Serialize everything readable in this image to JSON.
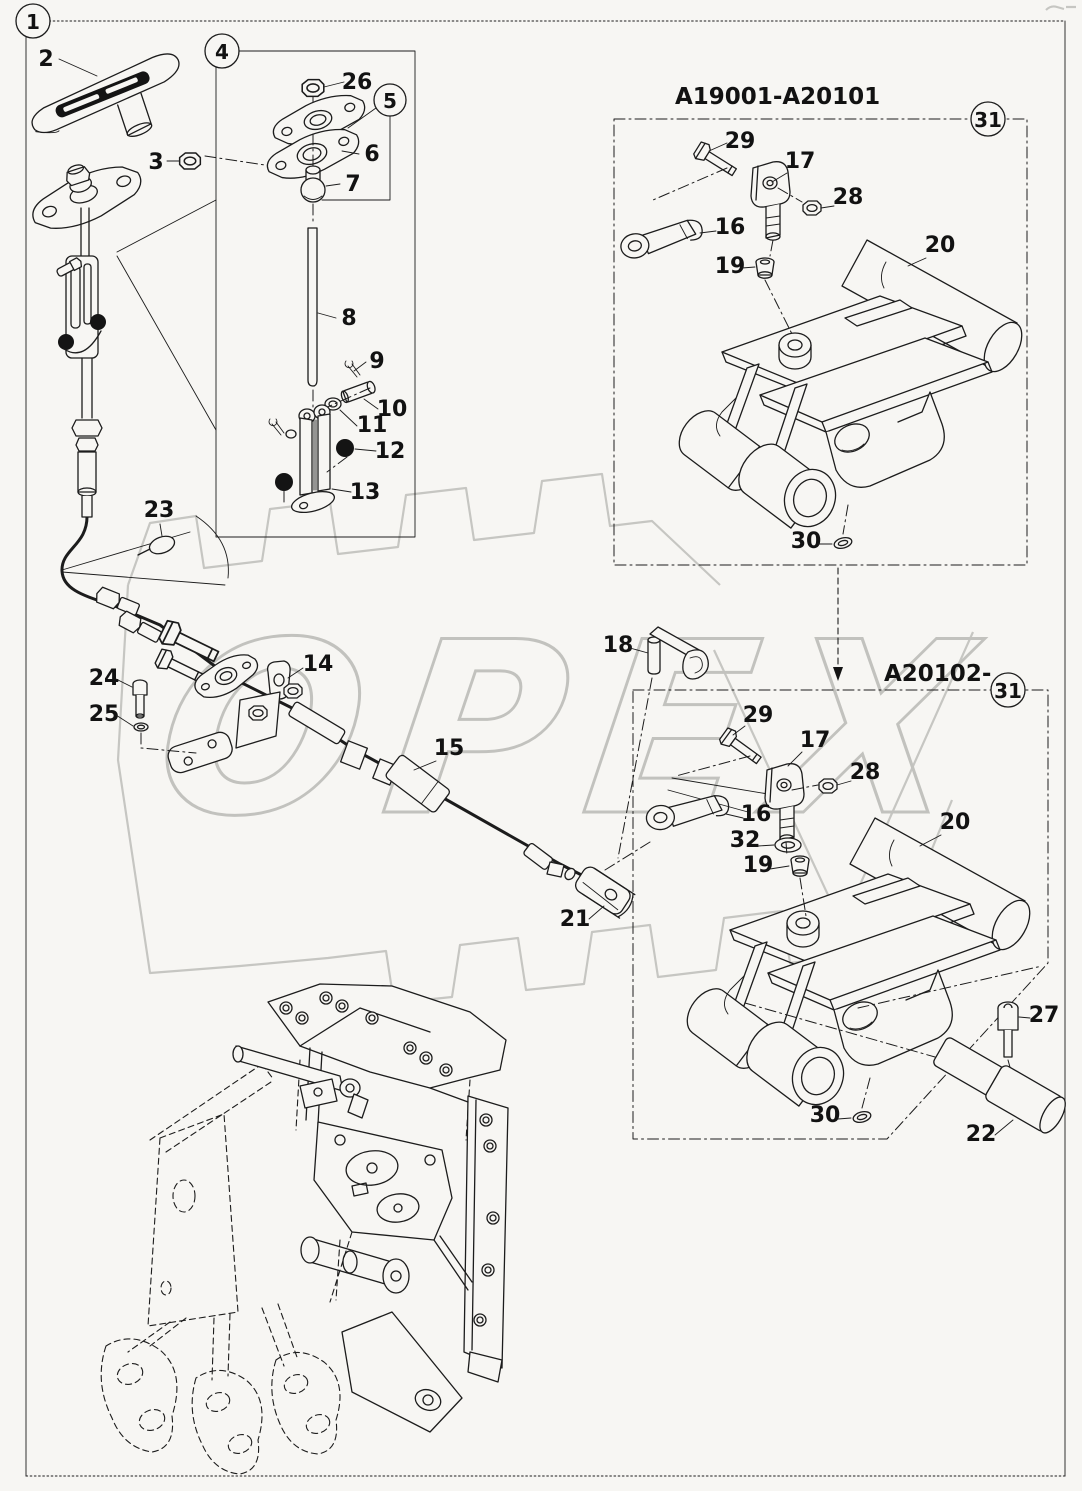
{
  "page": {
    "background": "#f7f6f3",
    "line_color": "#1c1c1c",
    "watermark_color": "#c4c4c0"
  },
  "frame": {
    "ref": "1"
  },
  "details": {
    "box_ref": "4",
    "sub_ref": "5"
  },
  "variants": {
    "ref": "31",
    "top_serial_range": "A19001-A20101",
    "bottom_serial_range": "A20102-"
  },
  "watermark": {
    "text": "OPEX"
  },
  "parts": {
    "p2": "2",
    "p3": "3",
    "p6": "6",
    "p7": "7",
    "p8": "8",
    "p9": "9",
    "p10": "10",
    "p11": "11",
    "p12": "12",
    "p13": "13",
    "p14": "14",
    "p15": "15",
    "p16": "16",
    "p17": "17",
    "p18": "18",
    "p19": "19",
    "p20": "20",
    "p21": "21",
    "p22": "22",
    "p23": "23",
    "p24": "24",
    "p25": "25",
    "p26": "26",
    "p27": "27",
    "p28": "28",
    "p29": "29",
    "p30": "30",
    "p32": "32"
  }
}
